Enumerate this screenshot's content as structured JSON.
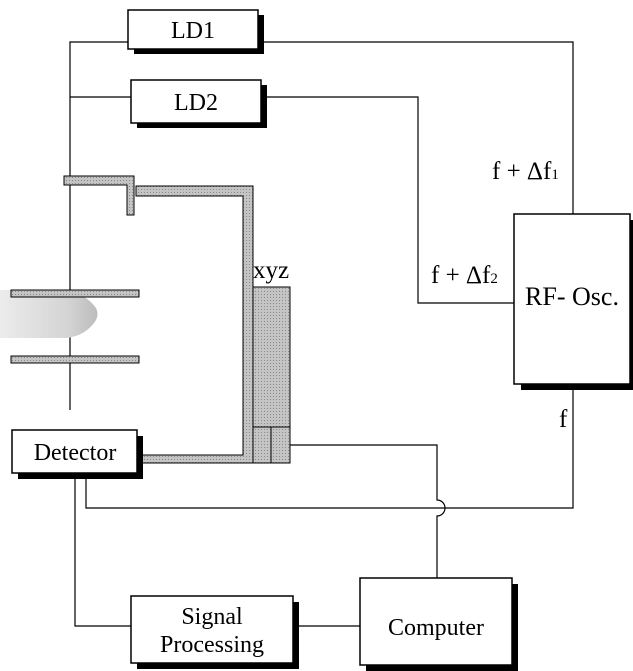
{
  "blocks": {
    "ld1": "LD1",
    "ld2": "LD2",
    "rf_osc": "RF- Osc.",
    "detector": "Detector",
    "signal_processing": [
      "Signal",
      "Processing"
    ],
    "computer": "Computer"
  },
  "labels": {
    "xyz": "xyz",
    "freq1": {
      "base": "f + Δf",
      "sub": "1"
    },
    "freq2": {
      "base": "f + Δf",
      "sub": "2"
    },
    "freq": "f"
  },
  "colors": {
    "line": "#000000",
    "stage_fill": "#b4b4b4",
    "tip_fill": "#d8d8d8"
  }
}
